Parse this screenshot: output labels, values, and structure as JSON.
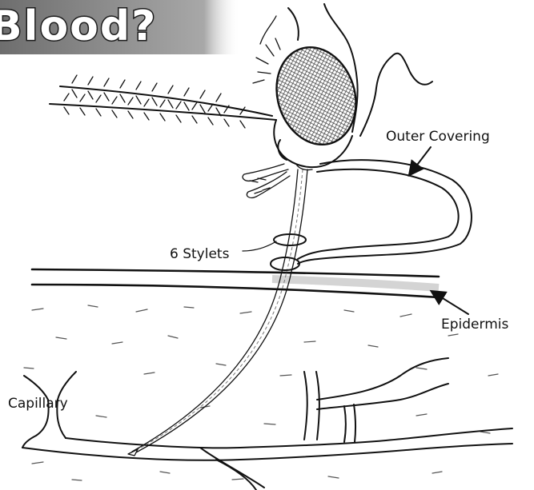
{
  "title": "Blood?",
  "labels": {
    "outer_covering": "Outer Covering",
    "stylets": "6 Stylets",
    "epidermis": "Epidermis",
    "capillary": "Capillary"
  },
  "colors": {
    "ink": "#111111",
    "title_fill": "#ffffff",
    "title_banner": "#9a9a9a",
    "skin_stipple": "#d4d4d4"
  }
}
